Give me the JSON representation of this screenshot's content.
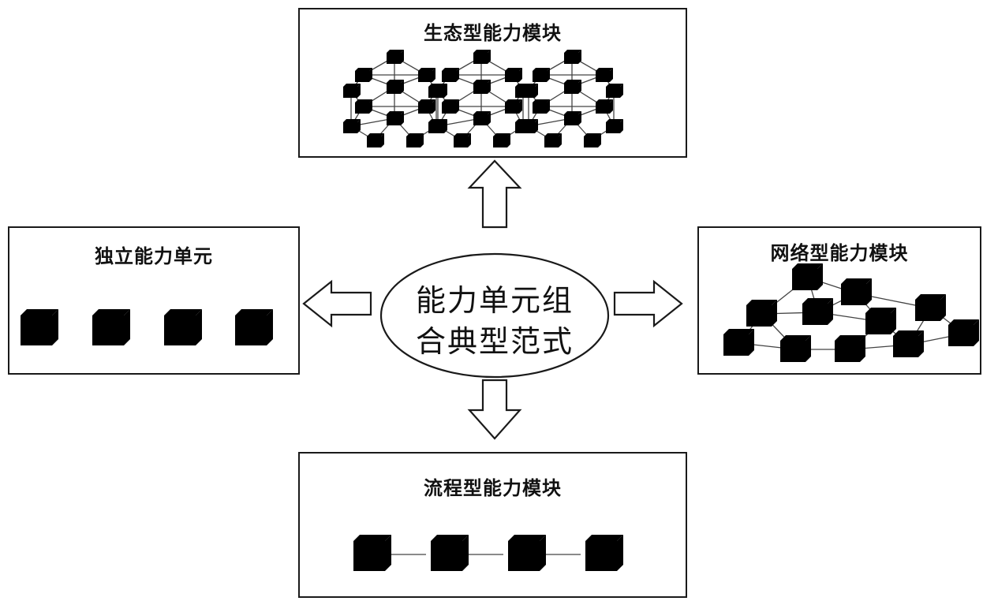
{
  "center": {
    "line1": "能力单元组",
    "line2": "合典型范式"
  },
  "modules": {
    "ecological": {
      "title": "生态型能力模块"
    },
    "independent": {
      "title": "独立能力单元"
    },
    "network": {
      "title": "网络型能力模块"
    },
    "process": {
      "title": "流程型能力模块"
    }
  }
}
